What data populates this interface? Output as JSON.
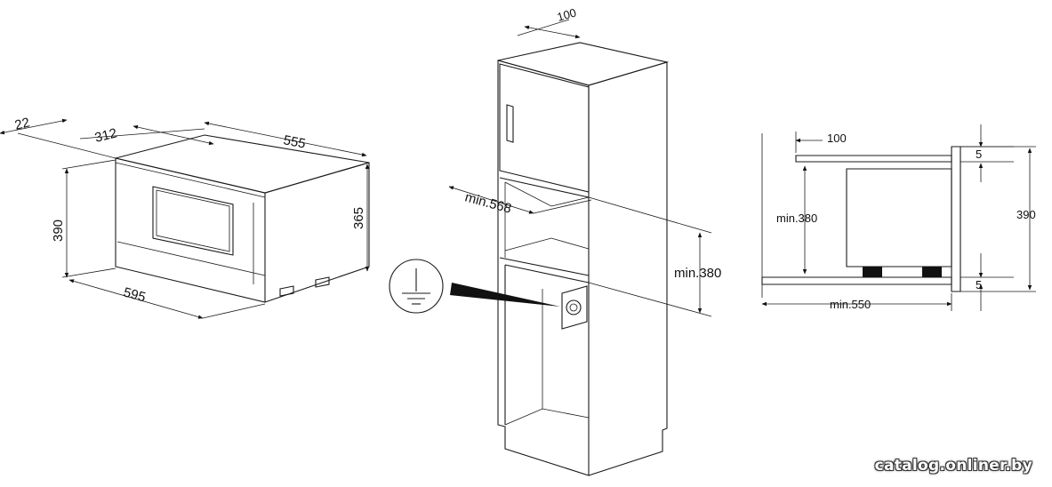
{
  "left_view": {
    "dim_22": "22",
    "dim_312": "312",
    "dim_555": "555",
    "dim_390": "390",
    "dim_365": "365",
    "dim_595": "595"
  },
  "middle_view": {
    "dim_100": "100",
    "dim_min568": "min.568",
    "dim_min380": "min.380"
  },
  "right_view": {
    "dim_100": "100",
    "dim_5_top": "5",
    "dim_min380": "min.380",
    "dim_390": "390",
    "dim_5_bottom": "5",
    "dim_min550": "min.550"
  },
  "ground_symbol": "ground-icon",
  "watermark": "catalog.onliner.by"
}
